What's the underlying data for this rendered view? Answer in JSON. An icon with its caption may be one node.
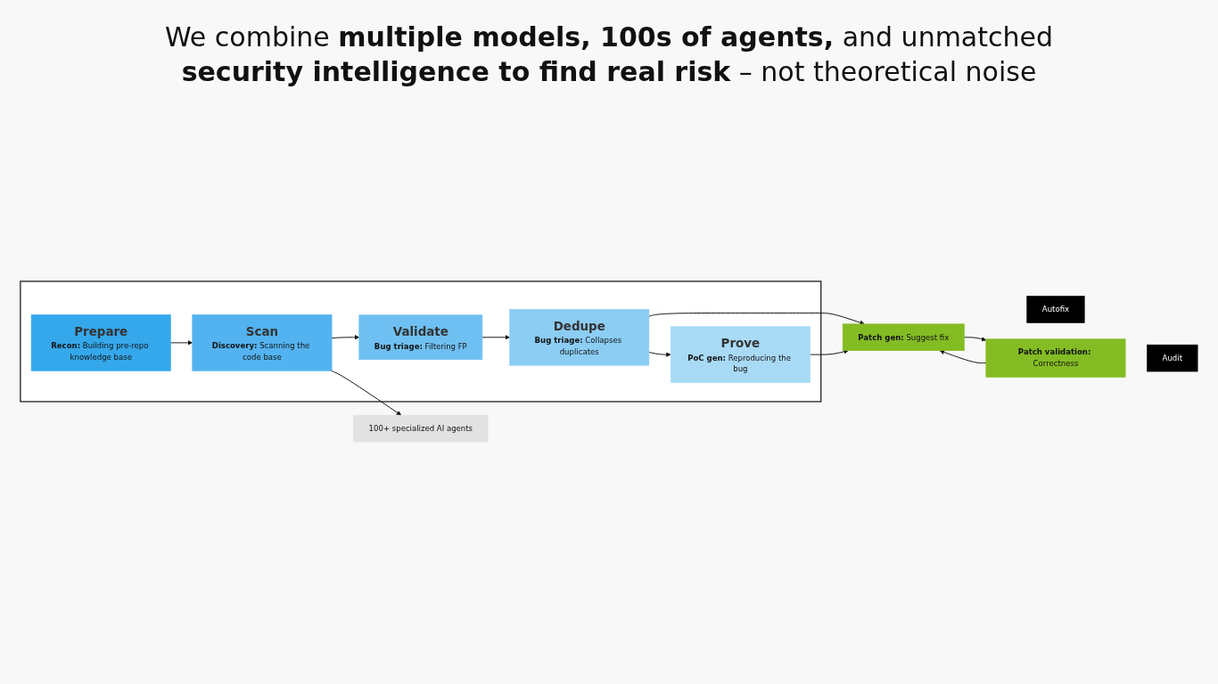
{
  "diagram": {
    "title": "We combine **multiple models, 100s of agents,** and unmatched **security intelligence to find real risk** – not theoretical noise",
    "nodes": [
      {
        "text": [],
        "shape": "box"
      },
      {
        "text": [
          "Prepare",
          "**Recon:** Building pre-repo knowledge base"
        ],
        "in": 0
      },
      {
        "text": [
          "Scan",
          "**Discovery:** Scanning the code base"
        ],
        "in": 0
      },
      {
        "text": [
          "Validate",
          "**Bug triage:** Filtering FP"
        ],
        "in": 0
      },
      {
        "text": [
          "Dedupe",
          "**Bug triage:** Collapses duplicates"
        ],
        "in": 0
      },
      {
        "text": [
          "Prove",
          "**PoC gen:** Reproducing the bug"
        ],
        "in": 0
      },
      {
        "text": [
          "100+ specialized AI agents"
        ]
      },
      {
        "text": [
          "**Patch gen:** Suggest fix"
        ]
      },
      {
        "text": [
          "Autofix"
        ]
      },
      {
        "text": [
          "**Patch validation:** Correctness"
        ]
      },
      {
        "text": [
          "Audit"
        ]
      }
    ],
    "edges": [
      {
        "from": 1,
        "to": 2,
        "arrow": "to"
      },
      {
        "from": 2,
        "to": 3,
        "arrow": "to"
      },
      {
        "from": 3,
        "to": 4,
        "arrow": "to"
      },
      {
        "from": 4,
        "to": 5,
        "arrow": "to"
      },
      {
        "from": 2,
        "to": 6,
        "arrow": "to"
      },
      {
        "from": 4,
        "to": 7,
        "arrow": "to"
      },
      {
        "from": 5,
        "to": 7,
        "arrow": "to"
      },
      {
        "from": 7,
        "to": 9,
        "arrow": "to"
      },
      {
        "from": 9,
        "to": 7,
        "arrow": "to"
      }
    ]
  }
}
